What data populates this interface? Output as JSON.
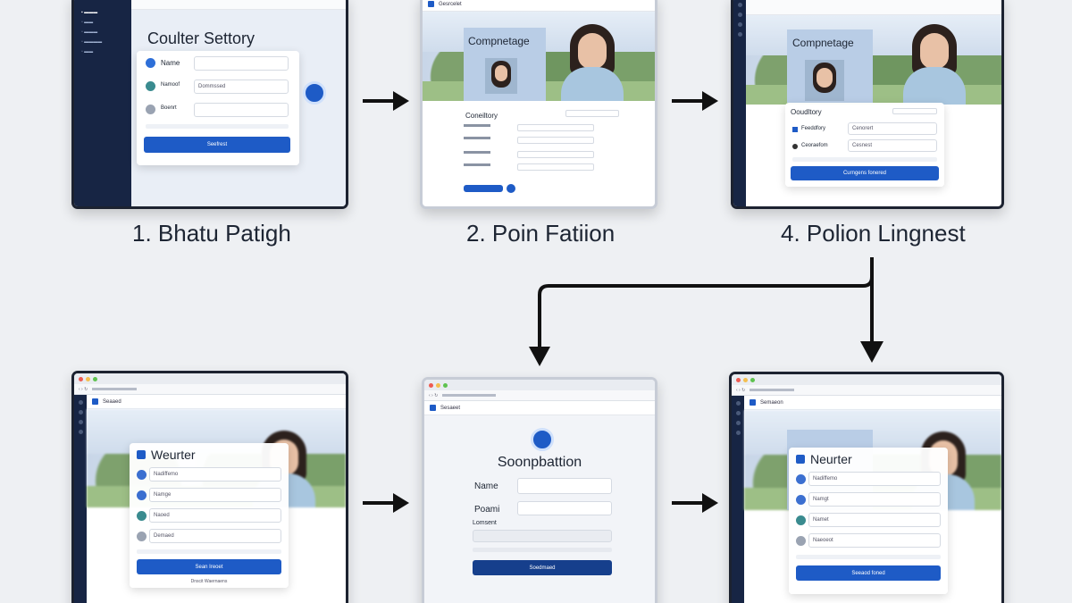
{
  "captions": [
    "1. Bhatu Patigh",
    "2. Poin Fatiion",
    "4. Polion Lingnest"
  ],
  "screen1": {
    "title": "Coulter Settory",
    "fields": [
      "Name",
      "Namoof",
      "Boenrt"
    ],
    "values": [
      "",
      "Dommssed",
      ""
    ],
    "submit": "Seefrest"
  },
  "screen2": {
    "hero_title": "Compnetage",
    "section_title": "Coneiltory",
    "app_label": "Gesrcelet"
  },
  "screen3": {
    "hero_title": "Compnetage",
    "section_title": "Ooudltory",
    "fields": [
      "Feeddfory",
      "Ceoraefom"
    ],
    "values": [
      "Cenorert",
      "Cesnest"
    ],
    "submit": "Curngens fonered"
  },
  "screen4": {
    "title": "Weurter",
    "fields": [
      "Nadiffemo",
      "Namge",
      "Naoed",
      "Demaed"
    ],
    "submit": "Sean Ireoet",
    "footer": "Dnscit Waernaens",
    "app_label": "Seaaed"
  },
  "screen5": {
    "title": "Soonpbattion",
    "fields": [
      "Name",
      "Poami",
      "Lomsent"
    ],
    "submit": "Soedmaed",
    "app_label": "Sesaeet"
  },
  "screen6": {
    "title": "Neurter",
    "fields": [
      "Nadiffemo",
      "Namgt",
      "Namet",
      "Naeoeot"
    ],
    "submit": "Seeaod foned",
    "app_label": "Semaeon"
  },
  "colors": {
    "accent": "#1e5bc6",
    "frame": "#1c2230",
    "sidebar": "#172544",
    "arrow": "#111111"
  }
}
